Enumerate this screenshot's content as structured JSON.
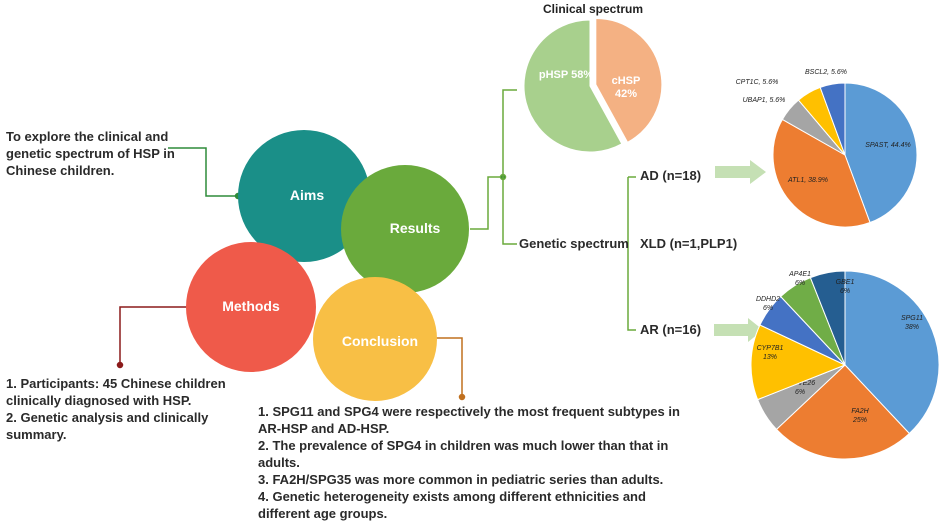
{
  "aims": {
    "title": "Aims",
    "text": "To explore the clinical and genetic spectrum of HSP in Chinese children."
  },
  "results": {
    "title": "Results"
  },
  "methods": {
    "title": "Methods",
    "items": [
      "1. Participants: 45 Chinese children clinically diagnosed with HSP.",
      "2. Genetic analysis and clinically summary."
    ]
  },
  "conclusion": {
    "title": "Conclusion",
    "items": [
      "1. SPG11 and SPG4 were respectively the most frequent subtypes in AR-HSP and AD-HSP.",
      "2. The prevalence of SPG4 in children was much lower than that in adults.",
      "3. FA2H/SPG35 was more common in pediatric series than adults.",
      "4. Genetic heterogeneity exists among different ethnicities and different age groups."
    ]
  },
  "genetic": {
    "label": "Genetic spectrum",
    "ad": "AD (n=18)",
    "xld": "XLD (n=1,PLP1)",
    "ar": "AR (n=16)"
  },
  "colors": {
    "aims": "#1a8f88",
    "results": "#6aaa3c",
    "methods": "#ef5a4a",
    "conclusion": "#f8bf45",
    "connector_green": "#2e8b3a",
    "connector_red": "#8b1a1a",
    "connector_orange": "#c0701f"
  },
  "chart_data": [
    {
      "type": "pie",
      "title": "Clinical spectrum",
      "slices": [
        {
          "name": "pHSP",
          "label": "58%",
          "value": 58,
          "color": "#a8d08d"
        },
        {
          "name": "cHSP",
          "label": "42%",
          "value": 42,
          "color": "#f4b183"
        }
      ]
    },
    {
      "type": "pie",
      "title": "",
      "slices": [
        {
          "name": "SPAST",
          "label": "SPAST, 44.4%",
          "value": 44.4,
          "color": "#5b9bd5"
        },
        {
          "name": "ATL1",
          "label": "ATL1, 38.9%",
          "value": 38.9,
          "color": "#ed7d31"
        },
        {
          "name": "UBAP1",
          "label": "UBAP1, 5.6%",
          "value": 5.6,
          "color": "#a5a5a5"
        },
        {
          "name": "CPT1C",
          "label": "CPT1C, 5.6%",
          "value": 5.6,
          "color": "#ffc000"
        },
        {
          "name": "BSCL2",
          "label": "BSCL2, 5.6%",
          "value": 5.6,
          "color": "#4472c4"
        }
      ]
    },
    {
      "type": "pie",
      "title": "",
      "slices": [
        {
          "name": "SPG11",
          "label": "SPG11\n38%",
          "value": 38,
          "color": "#5b9bd5"
        },
        {
          "name": "FA2H",
          "label": "FA2H\n25%",
          "value": 25,
          "color": "#ed7d31"
        },
        {
          "name": "ZFYVE26",
          "label": "ZFYVE26\n6%",
          "value": 6,
          "color": "#a5a5a5"
        },
        {
          "name": "CYP7B1",
          "label": "CYP7B1\n13%",
          "value": 13,
          "color": "#ffc000"
        },
        {
          "name": "DDHD2",
          "label": "DDHD2\n6%",
          "value": 6,
          "color": "#4472c4"
        },
        {
          "name": "AP4E1",
          "label": "AP4E1\n6%",
          "value": 6,
          "color": "#70ad47"
        },
        {
          "name": "GBE1",
          "label": "GBE1\n6%",
          "value": 6,
          "color": "#255e91"
        }
      ]
    }
  ]
}
